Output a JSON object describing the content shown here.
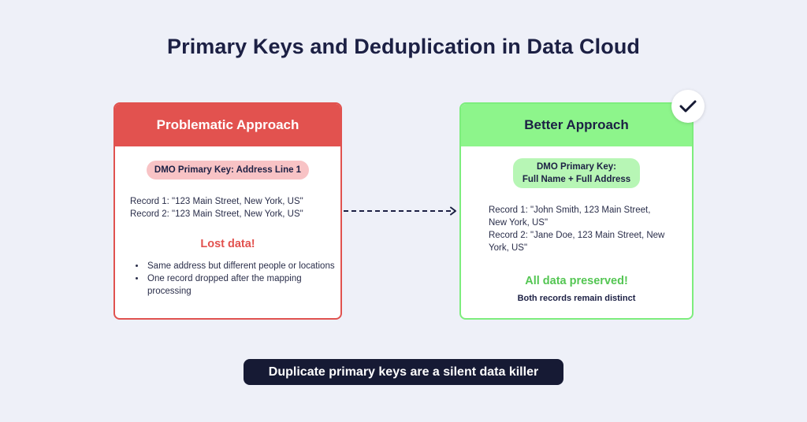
{
  "title": "Primary Keys and Deduplication in Data Cloud",
  "left_card": {
    "header": "Problematic Approach",
    "key_pill": "DMO Primary Key: Address Line 1",
    "records": [
      "Record 1: \"123 Main Street, New York, US\"",
      "Record 2: \"123 Main Street, New York, US\""
    ],
    "status": "Lost data!",
    "bullets": [
      "Same address but different people or locations",
      "One record dropped after the mapping processing"
    ]
  },
  "right_card": {
    "header": "Better Approach",
    "key_pill_line1": "DMO Primary Key:",
    "key_pill_line2": "Full Name + Full Address",
    "records": [
      "Record 1: \"John Smith, 123 Main Street, New York, US\"",
      "Record 2: \"Jane Doe, 123 Main Street, New York, US\""
    ],
    "status": "All data preserved!",
    "subtext": "Both records remain distinct"
  },
  "banner": "Duplicate primary keys are a silent data killer",
  "icons": {
    "badge": "checkmark-icon",
    "connector": "dashed-arrow-icon"
  },
  "colors": {
    "problem": "#e2524f",
    "better": "#8df58b",
    "banner": "#161a34",
    "background": "#eef0f8"
  }
}
